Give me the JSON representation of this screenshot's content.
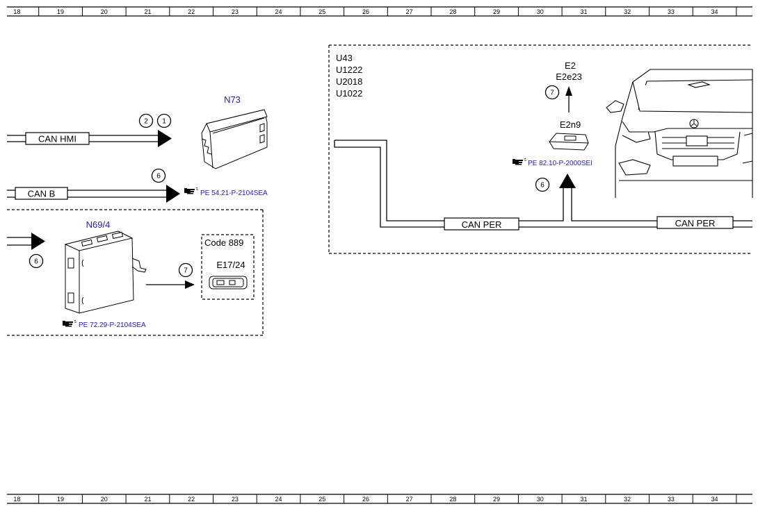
{
  "ruler_columns": [
    "18",
    "19",
    "20",
    "21",
    "22",
    "23",
    "24",
    "25",
    "26",
    "27",
    "28",
    "29",
    "30",
    "31",
    "32",
    "33",
    "34"
  ],
  "left": {
    "can_hmi": "CAN HMI",
    "can_b": "CAN B",
    "n73": "N73",
    "n73_callouts": [
      "2",
      "1"
    ],
    "can_b_callout": "6",
    "ref_n73": "PE 54.21-P-2104SEA",
    "n69_4": "N69/4",
    "n69_callout": "6",
    "arrow_callout": "7",
    "code_889": "Code 889",
    "e17_24": "E17/24",
    "ref_n69": "PE 72.29-P-2104SEA"
  },
  "right": {
    "fault_codes": [
      "U43",
      "U1222",
      "U2018",
      "U1022"
    ],
    "e2": "E2",
    "e2e23": "E2e23",
    "e2_callout": "7",
    "e2n9": "E2n9",
    "ref_e2n9": "PE 82.10-P-2000SEI",
    "up_callout": "6",
    "can_per_1": "CAN PER",
    "can_per_2": "CAN PER"
  },
  "colors": {
    "reference_blue": "#1a1ad6",
    "line": "#000000"
  },
  "icons": {
    "reference": "pointing-hand-icon"
  }
}
